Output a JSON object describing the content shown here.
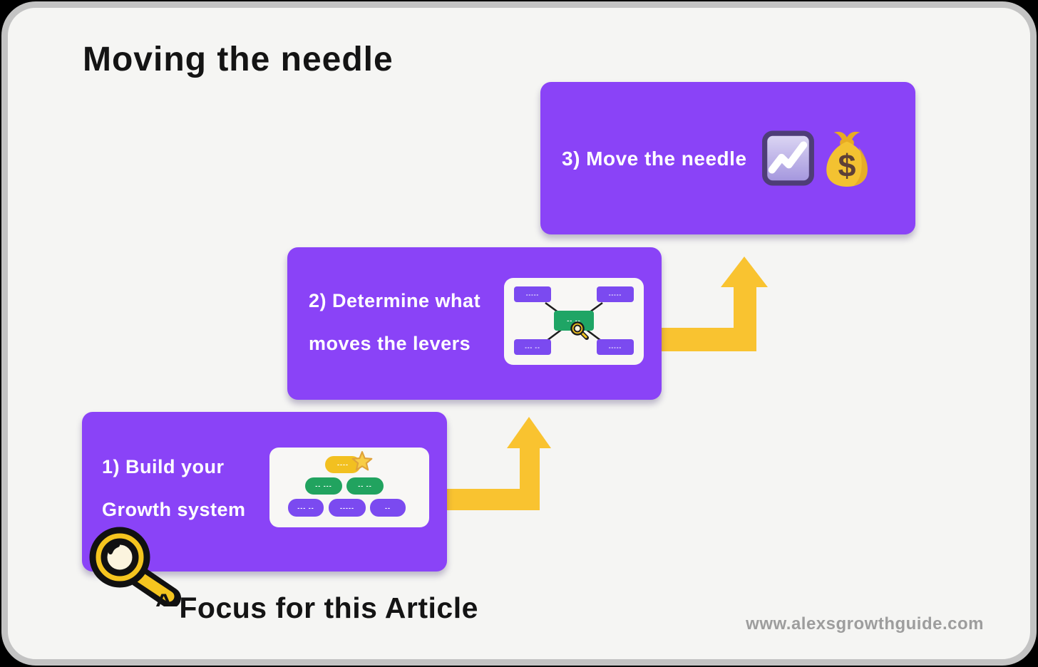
{
  "title": "Moving the needle",
  "steps": [
    {
      "lines": [
        "1) Build your",
        "Growth system"
      ]
    },
    {
      "lines": [
        "2) Determine what",
        "moves the levers"
      ]
    },
    {
      "lines": [
        "3) Move the needle"
      ]
    }
  ],
  "growth_system_diagram": {
    "goal_pill": "----",
    "lever_pills": [
      "-- ---",
      "-- --"
    ],
    "input_pills": [
      "--- --",
      "-----",
      "--"
    ]
  },
  "levers_diagram": {
    "center_node": "-- --",
    "corner_nodes": [
      "-----",
      "-----",
      "--- --",
      "-----"
    ]
  },
  "caption": {
    "caret": "^",
    "text": "Focus for this Article"
  },
  "website": "www.alexsgrowthguide.com",
  "icons": {
    "card3": [
      "chart-increasing-icon",
      "money-bag-icon"
    ],
    "card1_overlay": "magnifying-glass-icon",
    "levers_diagram": "magnifying-glass-icon",
    "goal_pill": "star-icon"
  },
  "colors": {
    "card_purple": "#8a43f7",
    "node_purple": "#7b4af0",
    "node_green": "#21a35f",
    "accent_yellow": "#f2c020",
    "arrow_yellow": "#f9c330",
    "frame_bg": "#f5f5f3",
    "frame_border": "#c3c3c3",
    "title_color": "#141414",
    "website_gray": "#9d9d9d"
  }
}
